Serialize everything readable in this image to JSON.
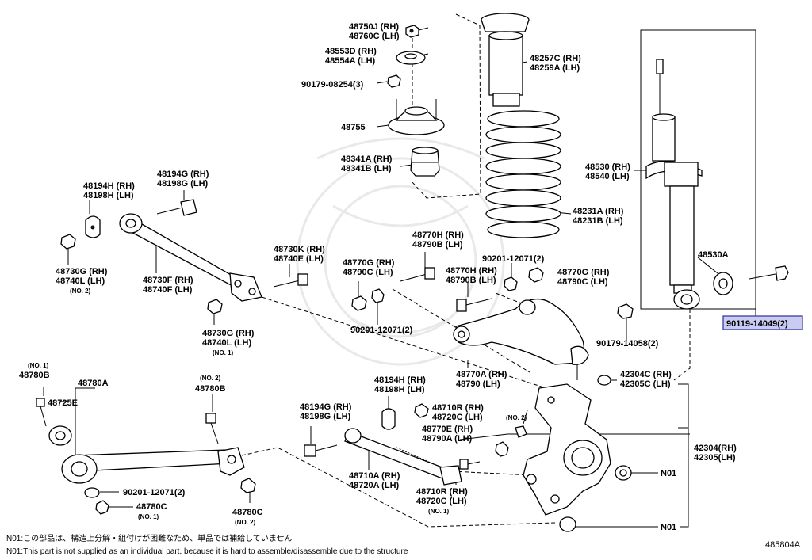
{
  "labels": {
    "p48750J": "48750J (RH)",
    "p48760C": "48760C (LH)",
    "p48553D": "48553D (RH)",
    "p48554A": "48554A (LH)",
    "p90179_08254": "90179-08254(3)",
    "p48755": "48755",
    "p48341A": "48341A (RH)",
    "p48341B": "48341B (LH)",
    "p48257C": "48257C (RH)",
    "p48259A": "48259A (LH)",
    "p48231A": "48231A (RH)",
    "p48231B": "48231B (LH)",
    "p48530": "48530 (RH)",
    "p48540": "48540 (LH)",
    "p48530A": "48530A",
    "p90119_14049": "90119-14049(2)",
    "p90179_14058": "90179-14058(2)",
    "p48194H_top": "48194H (RH)",
    "p48198H_top": "48198H (LH)",
    "p48194G_top": "48194G (RH)",
    "p48198G_top": "48198G (LH)",
    "p48730G_no2": "48730G (RH)",
    "p48740L_no2": "48740L (LH)",
    "no2_a": "(NO. 2)",
    "p48730F": "48730F (RH)",
    "p48740F": "48740F (LH)",
    "p48730K": "48730K (RH)",
    "p48740E": "48740E (LH)",
    "p48730G_no1": "48730G (RH)",
    "p48740L_no1": "48740L (LH)",
    "no1_a": "(NO. 1)",
    "p48770H_top": "48770H (RH)",
    "p48790B_top": "48790B (LH)",
    "p48770G_a": "48770G (RH)",
    "p48790C_a": "48790C (LH)",
    "p90201_12071_a": "90201-12071(2)",
    "p90201_12071_b": "90201-12071(2)",
    "p48770H_b": "48770H (RH)",
    "p48790B_b": "48790B (LH)",
    "p48770G_b": "48770G (RH)",
    "p48790C_b": "48790C (LH)",
    "p48770A": "48770A (RH)",
    "p48790": "48790 (LH)",
    "p42304C": "42304C (RH)",
    "p42305C": "42305C (LH)",
    "p42304": "42304(RH)",
    "p42305": "42305(LH)",
    "n01_a": "N01",
    "n01_b": "N01",
    "no1_b": "(NO. 1)",
    "p48780B_a": "48780B",
    "p48780A": "48780A",
    "p48725E": "48725E",
    "no2_b": "(NO. 2)",
    "p48780B_b": "48780B",
    "p48194H_mid": "48194H (RH)",
    "p48198H_mid": "48198H (LH)",
    "p48194G_mid": "48194G (RH)",
    "p48198G_mid": "48198G (LH)",
    "p48710R_a": "48710R (RH)",
    "p48720C_a": "48720C (LH)",
    "no2_c": "(NO. 2)",
    "p48770E": "48770E (RH)",
    "p48790A": "48790A (LH)",
    "p48710A": "48710A (RH)",
    "p48720A": "48720A (LH)",
    "p48710R_b": "48710R (RH)",
    "p48720C_b": "48720C (LH)",
    "no1_c": "(NO. 1)",
    "p90201_12071_c": "90201-12071(2)",
    "p48780C_a": "48780C",
    "no1_d": "(NO. 1)",
    "p48780C_b": "48780C",
    "no2_d": "(NO. 2)"
  },
  "footnote_jp": "N01:この部品は、構造上分解・組付けが困難なため、単品では補給していません",
  "footnote_en": "N01:This part is not supplied as an individual part, because it is hard to assemble/disassemble due to the structure",
  "diagram_code": "485804A",
  "colors": {
    "highlight_fill": "#c9cbf2",
    "highlight_border": "#2d2f9a"
  }
}
